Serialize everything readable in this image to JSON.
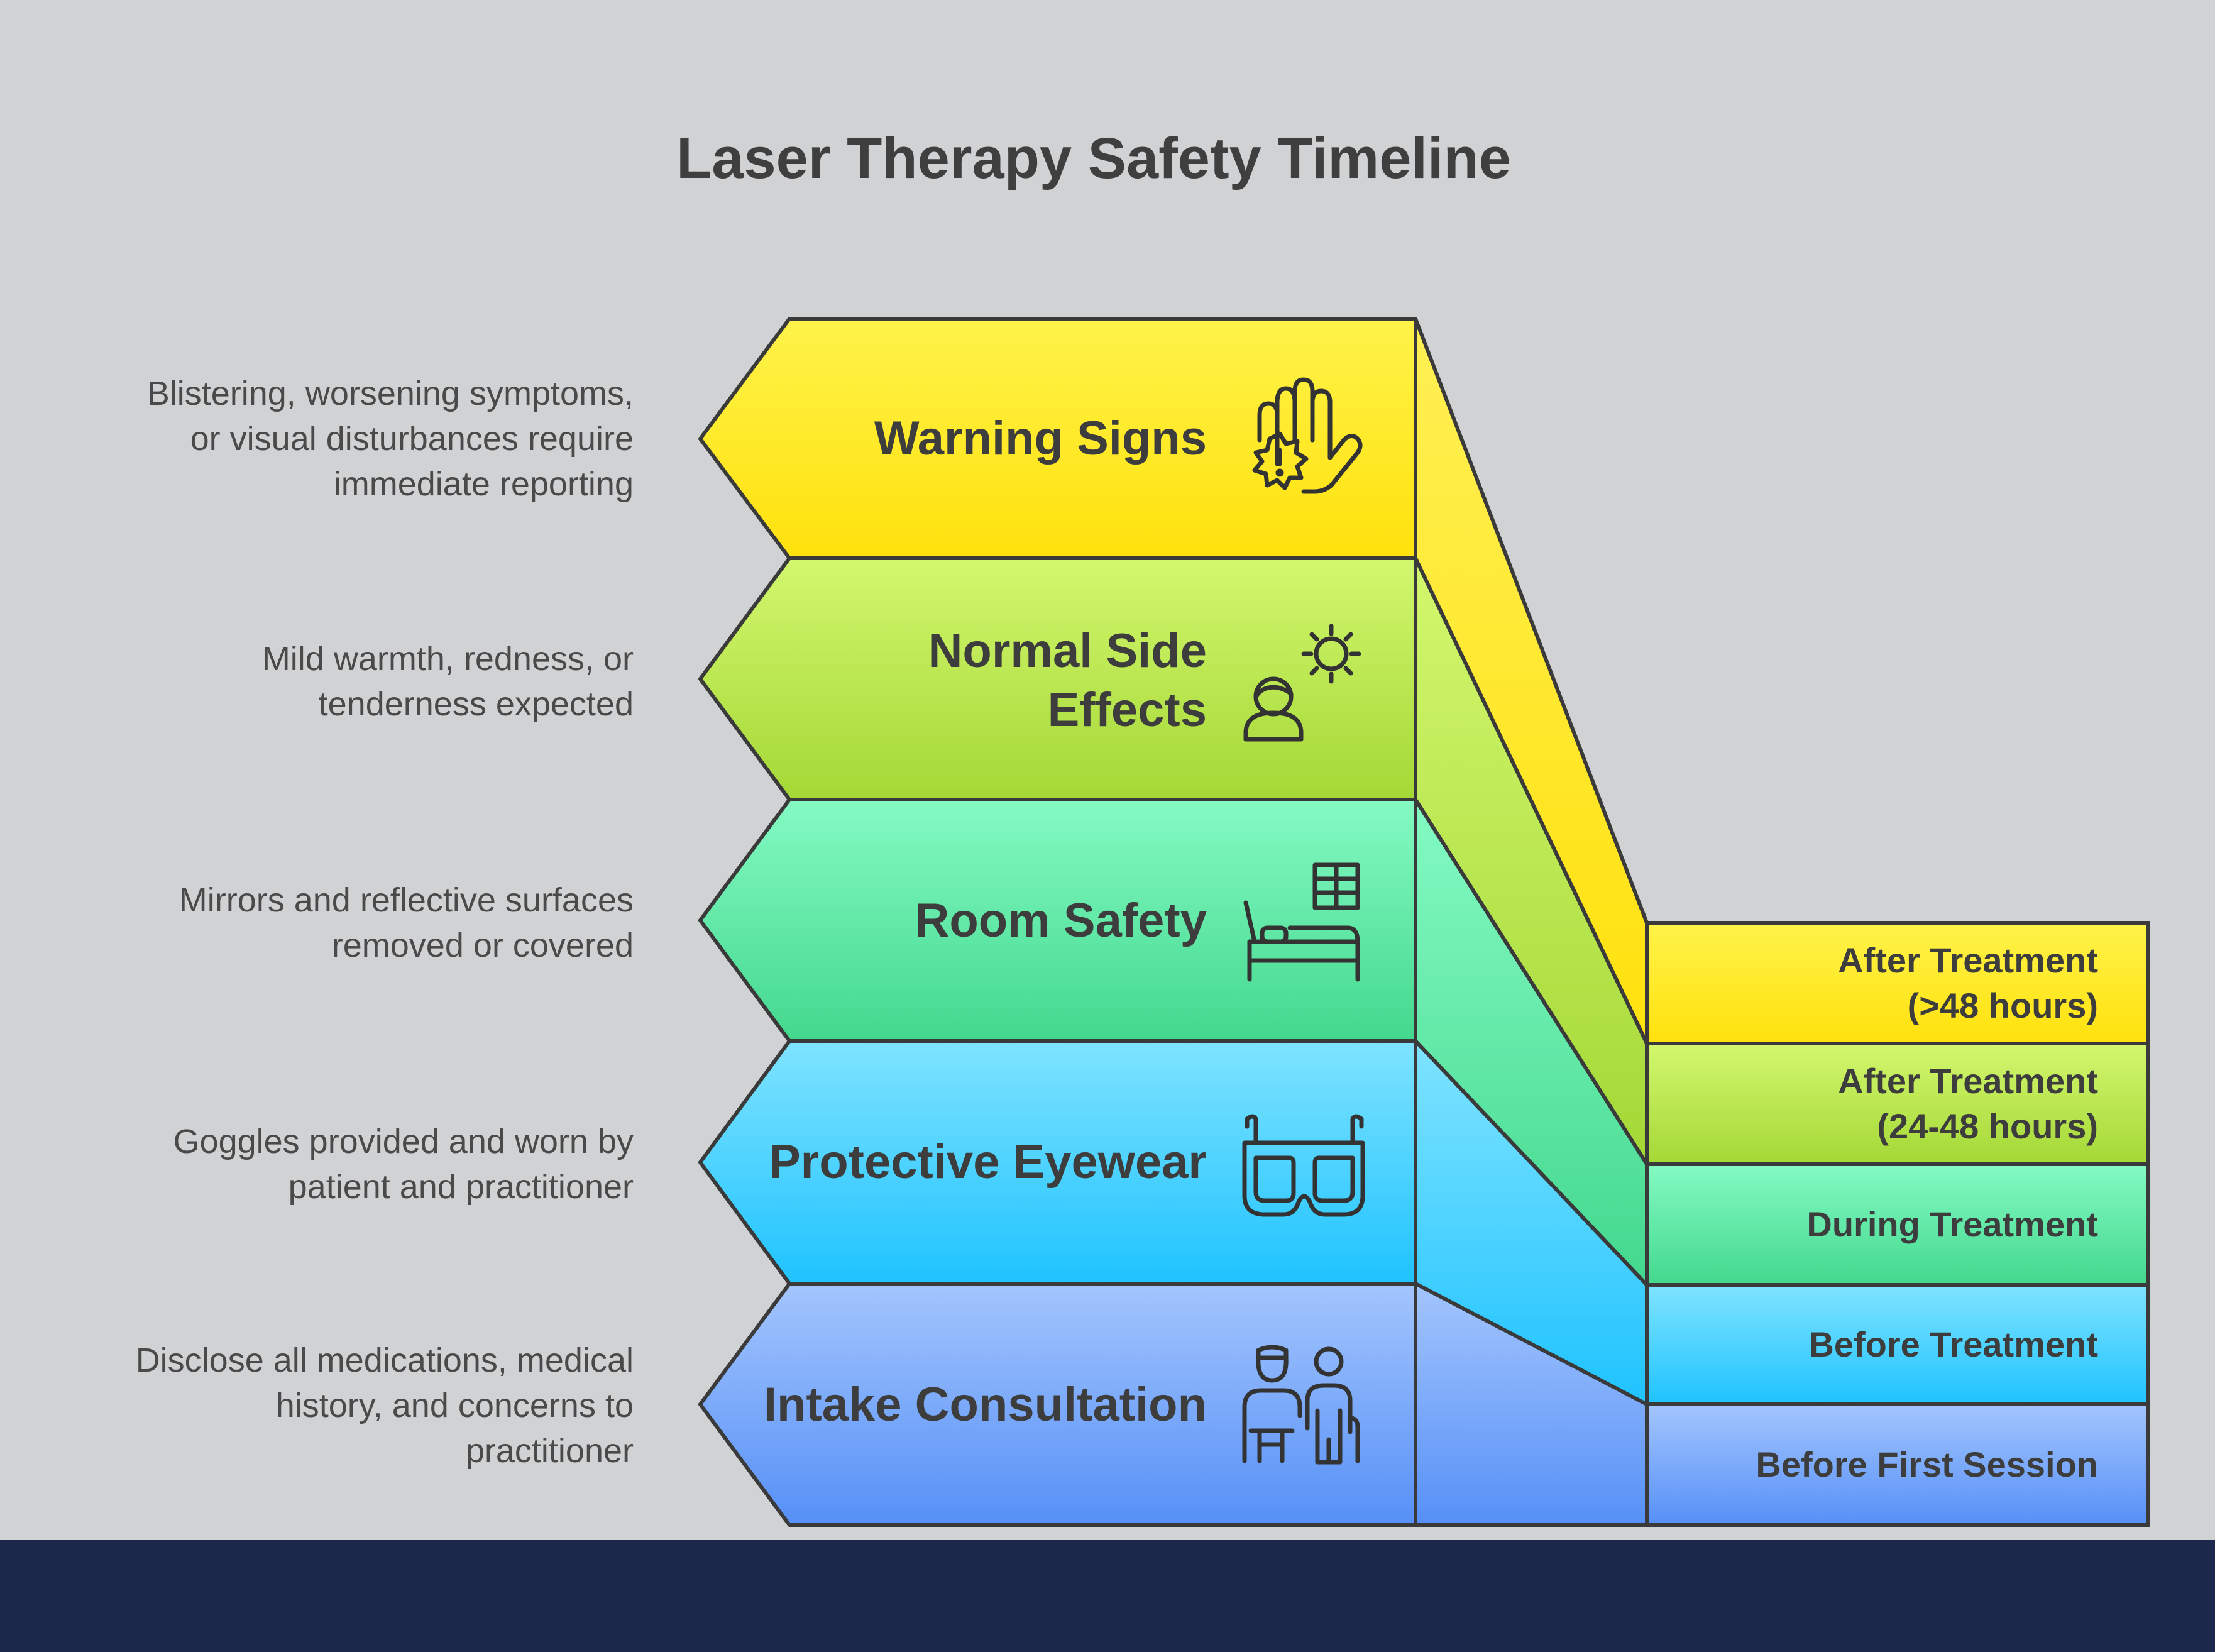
{
  "title": "Laser Therapy Safety Timeline",
  "colors": {
    "background": "#d1d2d4",
    "bottom_bar": "#1b284b",
    "outline": "#3a3a3a",
    "yellow": "#ffe91a",
    "green": "#aedf3e",
    "teal": "#4fe09a",
    "cyan": "#2cc9ff",
    "blue": "#5b95f8"
  },
  "steps": [
    {
      "label": "Warning Signs",
      "description": "Blistering, worsening symptoms,\nor visual disturbances require\nimmediate reporting",
      "stage": "After Treatment\n(>48 hours)",
      "icon": "warning-hand-icon"
    },
    {
      "label": "Normal Side\nEffects",
      "description": "Mild warmth, redness, or\ntenderness expected",
      "stage": "After Treatment\n(24-48 hours)",
      "icon": "person-sun-icon"
    },
    {
      "label": "Room Safety",
      "description": "Mirrors and reflective surfaces\nremoved or covered",
      "stage": "During Treatment",
      "icon": "bed-window-icon"
    },
    {
      "label": "Protective Eyewear",
      "description": "Goggles provided and worn by\npatient and practitioner",
      "stage": "Before Treatment",
      "icon": "goggles-icon"
    },
    {
      "label": "Intake Consultation",
      "description": "Disclose all medications, medical\nhistory, and concerns to\npractitioner",
      "stage": "Before First Session",
      "icon": "doctor-patient-icon"
    }
  ]
}
